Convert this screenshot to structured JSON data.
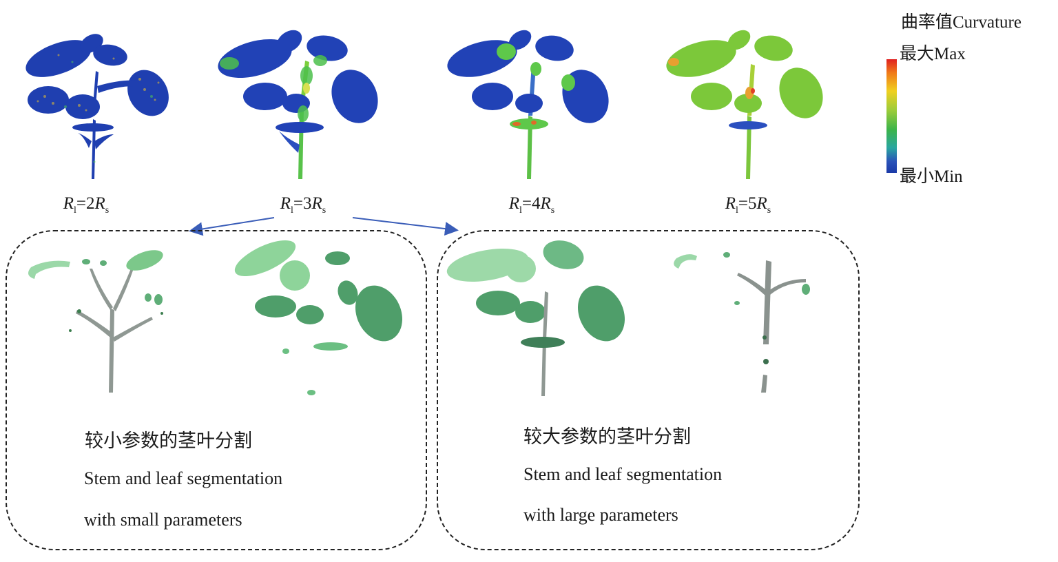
{
  "legend": {
    "title": "曲率值Curvature",
    "max_label": "最大Max",
    "min_label": "最小Min"
  },
  "params": [
    {
      "r": "R",
      "sub_l": "l",
      "eq": "=2",
      "rs": "R",
      "sub_s": "s"
    },
    {
      "r": "R",
      "sub_l": "l",
      "eq": "=3",
      "rs": "R",
      "sub_s": "s"
    },
    {
      "r": "R",
      "sub_l": "l",
      "eq": "=4",
      "rs": "R",
      "sub_s": "s"
    },
    {
      "r": "R",
      "sub_l": "l",
      "eq": "=5",
      "rs": "R",
      "sub_s": "s"
    }
  ],
  "segmentation": {
    "small": {
      "cn": "较小参数的茎叶分割",
      "en_line1": "Stem and leaf segmentation",
      "en_line2": "with small parameters"
    },
    "large": {
      "cn": "较大参数的茎叶分割",
      "en_line1": "Stem and leaf segmentation",
      "en_line2": "with large parameters"
    }
  },
  "colors": {
    "curvature_low": "#1b3aa8",
    "curvature_mid": "#3cb44a",
    "curvature_high": "#e02020",
    "leaf_green": "#5fae78",
    "stem_gray": "#8a9590",
    "arrow": "#3a5db8"
  }
}
